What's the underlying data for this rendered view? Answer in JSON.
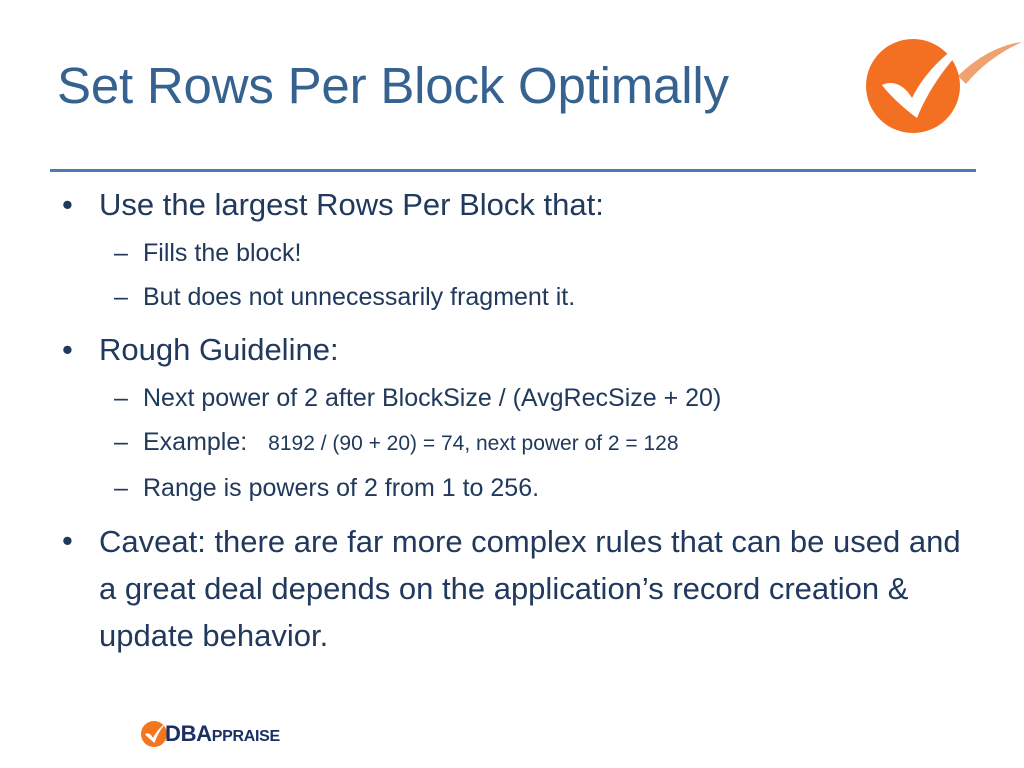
{
  "slide": {
    "title": "Set Rows Per Block Optimally",
    "background_color": "#ffffff",
    "title_color": "#35628f",
    "body_color": "#20395c",
    "accent_color": "#f36f21",
    "divider_color": "#4b7cb5"
  },
  "content": {
    "bullet_marker": "•",
    "sub_marker": "–",
    "items": [
      {
        "level1": "Use the largest Rows Per Block that:",
        "subs": [
          "Fills the block!",
          "But does not unnecessarily fragment it."
        ]
      },
      {
        "level1": "Rough Guideline:",
        "subs": [
          "Next power of 2 after BlockSize / (AvgRecSize + 20)",
          "Example:",
          "Range is powers of 2 from 1 to 256."
        ]
      }
    ],
    "example_formula": "8192 / (90 + 20) = 74,  next power of 2 = 128",
    "caveat": "Caveat: there are far more complex rules that can be used and a great deal depends on the application’s record creation & update behavior."
  },
  "header_logo": {
    "name": "orange-check-circle-logo",
    "circle_color": "#f36f21",
    "check_color": "#ffffff",
    "tail_color": "#f0a06a"
  },
  "footer_logo": {
    "name": "dbappraise-logo",
    "text_primary": "DBA",
    "text_secondary": "PPRAISE",
    "text_color": "#1b2f63",
    "mark_color": "#f3761e"
  }
}
